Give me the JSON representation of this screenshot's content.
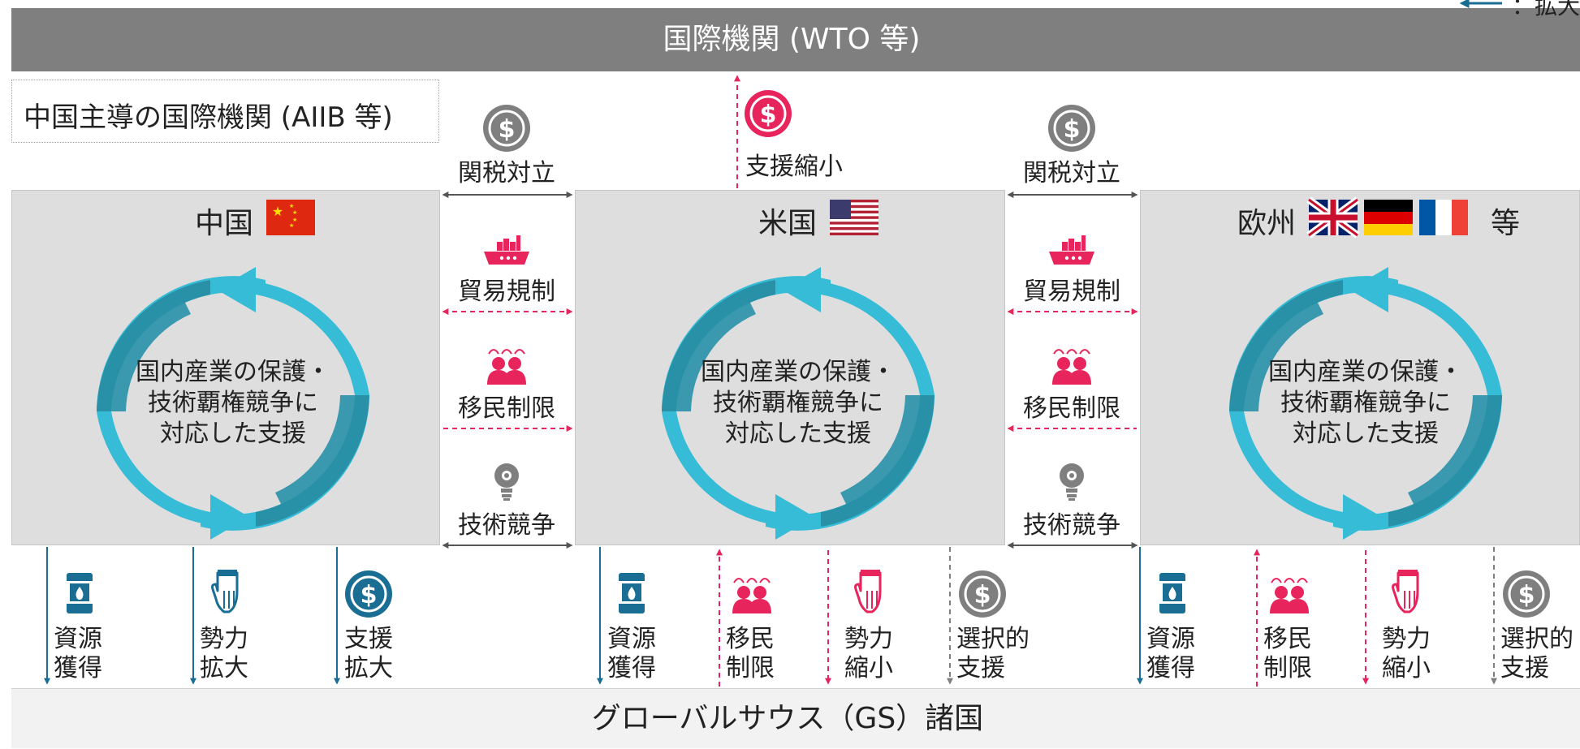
{
  "top_org": "国際機関 (WTO 等)",
  "top_right_legend": "：拡大",
  "aiib_box": "中国主導の国際機関 (AIIB 等)",
  "bottom_bar": "グローバルサウス（GS）諸国",
  "regions": {
    "china": {
      "name": "中国",
      "cycle_text": [
        "国内産業の保護・",
        "技術覇権競争に",
        "対応した支援"
      ]
    },
    "usa": {
      "name": "米国",
      "cycle_text": [
        "国内産業の保護・",
        "技術覇権競争に",
        "対応した支援"
      ]
    },
    "europe": {
      "name": "欧州",
      "suffix": "等",
      "cycle_text": [
        "国内産業の保護・",
        "技術覇権競争に",
        "対応した支援"
      ]
    }
  },
  "usa_to_wto": "支援縮小",
  "conflicts": {
    "china_usa": [
      "関税対立",
      "貿易規制",
      "移民制限",
      "技術競争"
    ],
    "usa_europe": [
      "関税対立",
      "貿易規制",
      "移民制限",
      "技術競争"
    ]
  },
  "gs_relations": {
    "china": [
      {
        "l1": "資源",
        "l2": "獲得"
      },
      {
        "l1": "勢力",
        "l2": "拡大"
      },
      {
        "l1": "支援",
        "l2": "拡大"
      }
    ],
    "usa": [
      {
        "l1": "資源",
        "l2": "獲得"
      },
      {
        "l1": "移民",
        "l2": "制限"
      },
      {
        "l1": "勢力",
        "l2": "縮小"
      },
      {
        "l1": "選択的",
        "l2": "支援"
      }
    ],
    "europe": [
      {
        "l1": "資源",
        "l2": "獲得"
      },
      {
        "l1": "移民",
        "l2": "制限"
      },
      {
        "l1": "勢力",
        "l2": "縮小"
      },
      {
        "l1": "選択的",
        "l2": "支援"
      }
    ]
  },
  "colors": {
    "expand_blue": "#1a6e94",
    "shrink_pink": "#e8245c",
    "selective_gray": "#7f7f7f",
    "cycle_light": "#36bcd6",
    "cycle_dark": "#2891a8",
    "region_bg": "#dedede",
    "top_bar": "#7f7f7f"
  },
  "icons": [
    "dollar-coin-icon",
    "cargo-ship-icon",
    "migrants-icon",
    "lightbulb-gear-icon",
    "oil-barrel-icon",
    "pointing-hand-icon",
    "flag-china-icon",
    "flag-usa-icon",
    "flag-uk-icon",
    "flag-germany-icon",
    "flag-france-icon"
  ]
}
